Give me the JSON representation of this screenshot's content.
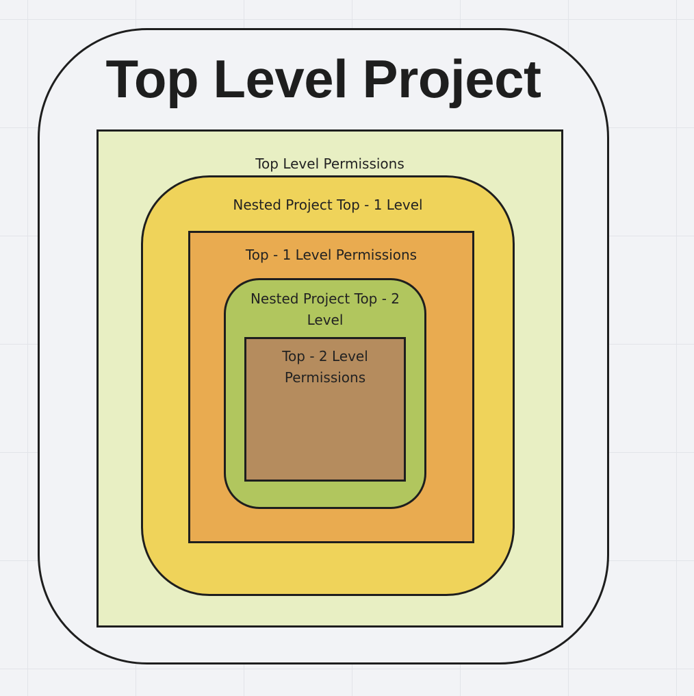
{
  "diagram": {
    "title": "Top Level Project",
    "top_level_permissions": "Top Level Permissions",
    "nested_project_top_1": "Nested Project Top - 1 Level",
    "top_1_permissions": "Top - 1 Level Permissions",
    "nested_project_top_2": "Nested Project Top - 2 Level",
    "top_2_permissions": "Top - 2 Level Permissions"
  },
  "colors": {
    "canvas_background": "#f2f3f6",
    "top_level_permissions_fill": "#e8efc3",
    "nested_project_top_1_fill": "#efd35a",
    "top_1_permissions_fill": "#e9ab50",
    "nested_project_top_2_fill": "#b1c65e",
    "top_2_permissions_fill": "#b58c5e",
    "stroke": "#1e1e1e"
  }
}
